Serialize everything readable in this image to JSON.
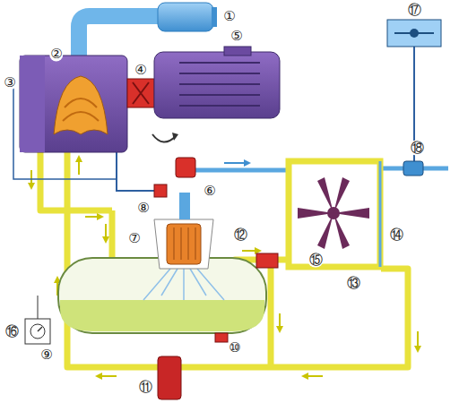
{
  "diagram": {
    "labels": [
      "①",
      "②",
      "③",
      "④",
      "⑤",
      "⑥",
      "⑦",
      "⑧",
      "⑨",
      "⑩",
      "⑪",
      "⑫",
      "⑬",
      "⑭",
      "⑮",
      "⑯",
      "⑰",
      "⑱"
    ]
  }
}
